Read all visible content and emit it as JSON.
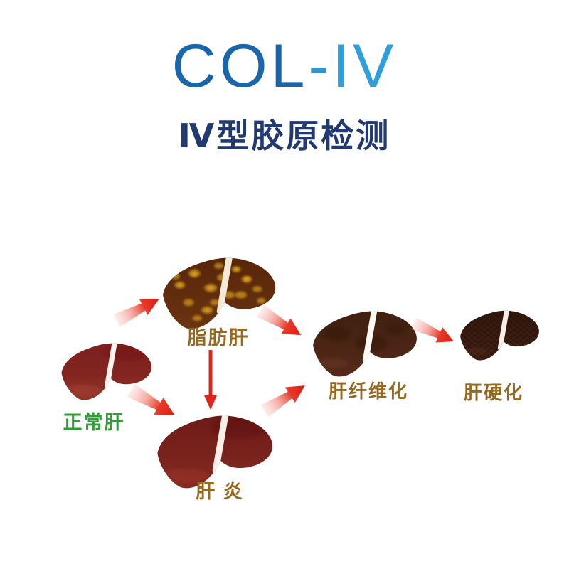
{
  "title": {
    "full": "COL-IV",
    "part1": "COL",
    "part2": "-",
    "part3": "IV"
  },
  "subtitle": "Ⅳ型胶原检测",
  "palette": {
    "title_blue_dark": "#1a66ac",
    "title_blue_mid": "#2e95d4",
    "title_blue_light": "#2e9fdc",
    "subtitle_navy": "#223a72",
    "arrow_red": "#e0241a",
    "label_green": "#2f9e36",
    "label_brown": "#96691e"
  },
  "diagram": {
    "name": "liver-disease-progression",
    "stages": [
      {
        "id": "normal-liver",
        "label": "正常肝",
        "label_color": "#2f9e36"
      },
      {
        "id": "fatty-liver",
        "label": "脂肪肝",
        "label_color": "#96691e"
      },
      {
        "id": "hepatitis",
        "label": "肝 炎",
        "label_color": "#96691e"
      },
      {
        "id": "liver-fibrosis",
        "label": "肝纤维化",
        "label_color": "#96691e"
      },
      {
        "id": "cirrhosis",
        "label": "肝硬化",
        "label_color": "#96691e"
      }
    ],
    "transitions": [
      {
        "from": "正常肝",
        "to": "脂肪肝"
      },
      {
        "from": "正常肝",
        "to": "肝炎"
      },
      {
        "from": "脂肪肝",
        "to": "肝炎"
      },
      {
        "from": "脂肪肝",
        "to": "肝纤维化"
      },
      {
        "from": "肝炎",
        "to": "肝纤维化"
      },
      {
        "from": "肝纤维化",
        "to": "肝硬化"
      }
    ]
  }
}
